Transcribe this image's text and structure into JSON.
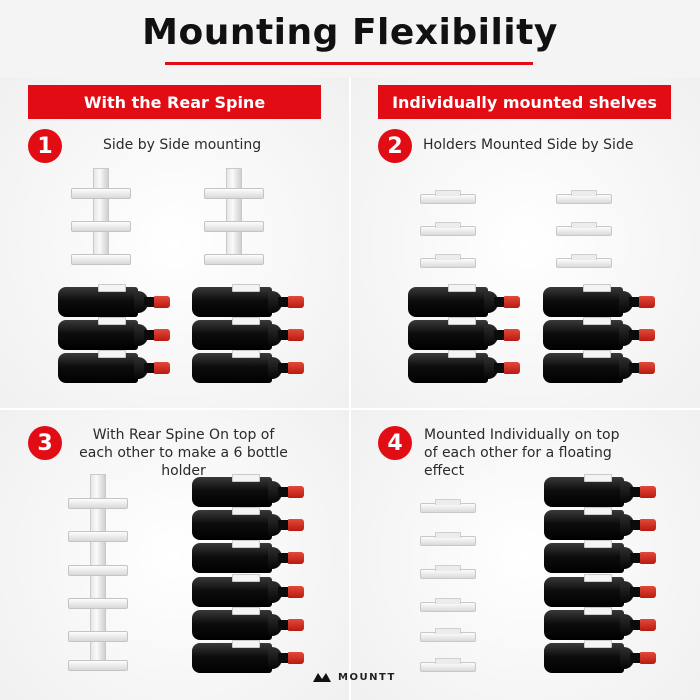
{
  "title": "Mounting Flexibility",
  "sections": {
    "left_banner": "With the Rear Spine",
    "right_banner": "Individually mounted shelves"
  },
  "options": [
    {
      "number": "1",
      "caption": "Side by Side mounting"
    },
    {
      "number": "2",
      "caption": "Holders Mounted Side by Side"
    },
    {
      "number": "3",
      "caption": "With Rear Spine On top of each other to make a 6 bottle holder"
    },
    {
      "number": "4",
      "caption": "Mounted Individually on top of each other for a floating effect"
    }
  ],
  "brand": "MOUNTT",
  "colors": {
    "accent": "#e10c14",
    "bottle": "#0d0d0d",
    "capsule": "#c8241a",
    "shelf": "#e2e2e2"
  }
}
